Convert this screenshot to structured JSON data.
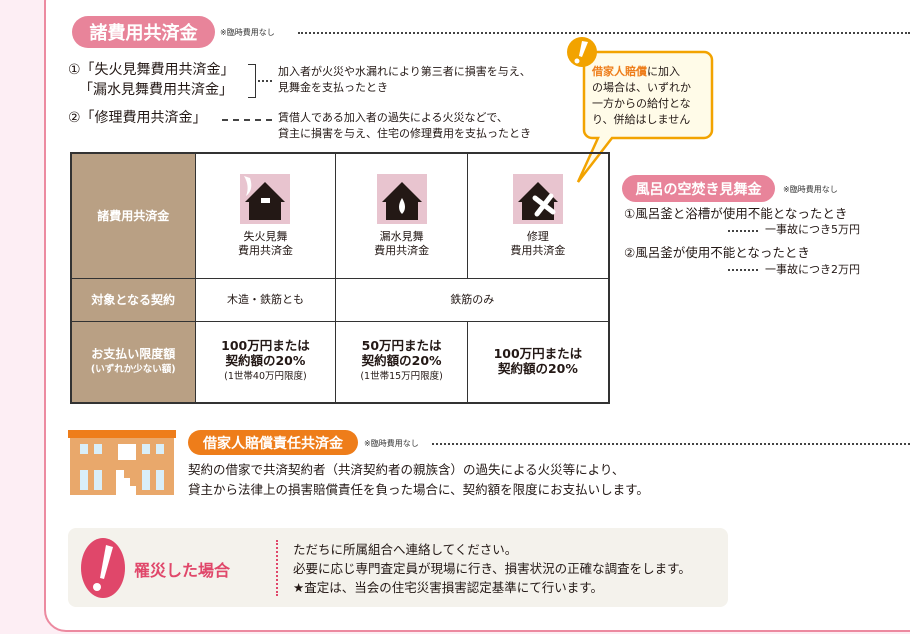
{
  "section1": {
    "title": "諸費用共済金",
    "note": "※臨時費用なし",
    "item1_line1": "①「失火見舞費用共済金」",
    "item1_line2": "「漏水見舞費用共済金」",
    "item1_desc1": "加入者が火災や水漏れにより第三者に損害を与え、",
    "item1_desc2": "見舞金を支払ったとき",
    "item2_label": "②「修理費用共済金」",
    "item2_desc1": "賃借人である加入者の過失による火災などで、",
    "item2_desc2": "貸主に損害を与え、住宅の修理費用を支払ったとき"
  },
  "callout": {
    "highlight": "借家人賠償",
    "line1": "に加入",
    "line2": "の場合は、いずれか",
    "line3": "一方からの給付とな",
    "line4": "り、併給はしません"
  },
  "table": {
    "row_headers": [
      "諸費用共済金",
      "対象となる契約",
      "お支払い限度額"
    ],
    "row3_sub": "(いずれか少ない額)",
    "types": [
      {
        "l1": "失火見舞",
        "l2": "費用共済金",
        "icon": "house-fire-icon"
      },
      {
        "l1": "漏水見舞",
        "l2": "費用共済金",
        "icon": "house-water-icon"
      },
      {
        "l1": "修理",
        "l2": "費用共済金",
        "icon": "house-repair-icon"
      }
    ],
    "contract": [
      "木造・鉄筋とも",
      "鉄筋のみ"
    ],
    "limits": [
      {
        "a": "100万円または",
        "b": "契約額の20%",
        "c": "(1世帯40万円限度)"
      },
      {
        "a": "50万円または",
        "b": "契約額の20%",
        "c": "(1世帯15万円限度)"
      },
      {
        "a": "100万円または",
        "b": "契約額の20%"
      }
    ]
  },
  "bath": {
    "title": "風呂の空焚き見舞金",
    "note": "※臨時費用なし",
    "item1": "①風呂釜と浴槽が使用不能となったとき",
    "item1_amount": "一事故につき5万円",
    "item2": "②風呂釜が使用不能となったとき",
    "item2_amount": "一事故につき2万円"
  },
  "liability": {
    "title": "借家人賠償責任共済金",
    "note": "※臨時費用なし",
    "line1": "契約の借家で共済契約者（共済契約者の親族含）の過失による火災等により、",
    "line2": "貸主から法律上の損害賠償責任を負った場合に、契約額を限度にお支払いします。"
  },
  "disaster": {
    "title": "罹災した場合",
    "line1": "ただちに所属組合へ連絡してください。",
    "line2": "必要に応じ専門査定員が現場に行き、損害状況の正確な調査をします。",
    "line3": "★査定は、当会の住宅災害損害認定基準にて行います。"
  },
  "colors": {
    "pink": "#e8849a",
    "orange": "#ee7d1a",
    "tan": "#b9a084",
    "red": "#e0476a"
  }
}
